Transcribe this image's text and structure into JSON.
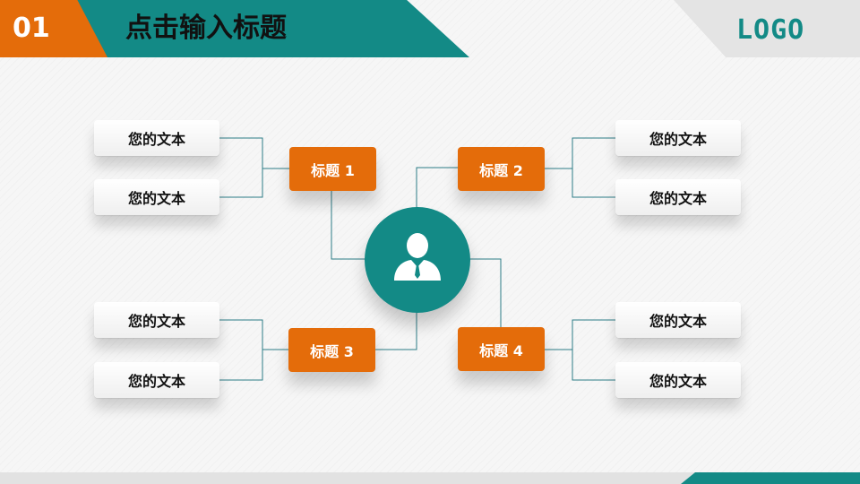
{
  "header": {
    "number": "01",
    "title": "点击输入标题",
    "logo": "LOGO"
  },
  "hub": {
    "icon": "person-icon"
  },
  "titles": [
    {
      "label": "标题 1"
    },
    {
      "label": "标题 2"
    },
    {
      "label": "标题 3"
    },
    {
      "label": "标题 4"
    }
  ],
  "text_boxes": [
    {
      "label": "您的文本"
    },
    {
      "label": "您的文本"
    },
    {
      "label": "您的文本"
    },
    {
      "label": "您的文本"
    },
    {
      "label": "您的文本"
    },
    {
      "label": "您的文本"
    },
    {
      "label": "您的文本"
    },
    {
      "label": "您的文本"
    }
  ],
  "colors": {
    "teal": "#138a86",
    "orange": "#e46c0a",
    "grey": "#e4e4e4"
  }
}
